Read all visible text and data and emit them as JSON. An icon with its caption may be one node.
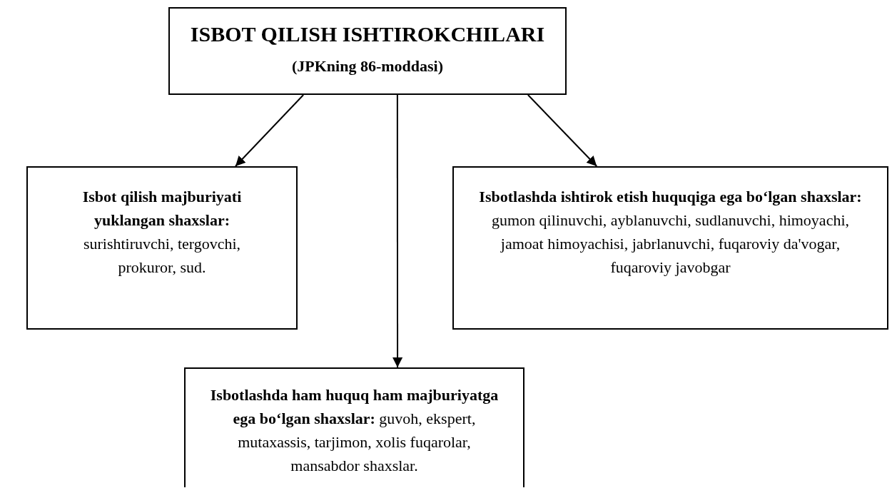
{
  "diagram": {
    "nodes": [
      {
        "text": [
          "ISBOT QILISH ISHTIROKCHILARI",
          "(JPKning 86-moddasi)"
        ]
      },
      {
        "text": [
          "**Isbot qilish majburiyati yuklangan shaxslar:** surishtiruvchi, tergovchi, prokuror, sud."
        ]
      },
      {
        "text": [
          "**Isbotlashda ishtirok etish huquqiga ega bo‘lgan shaxslar:** gumon qilinuvchi, ayblanuvchi, sudlanuvchi, himoyachi, jamoat himoyachisi, jabrlanuvchi, fuqaroviy da'vogar, fuqaroviy javobgar"
        ]
      },
      {
        "text": [
          "**Isbotlashda ham huquq ham majburiyatga ega bo‘lgan shaxslar:** guvoh, ekspert, mutaxassis, tarjimon, xolis fuqarolar, mansabdor shaxslar."
        ]
      }
    ],
    "edges": [
      {
        "from": 0,
        "to": 1,
        "arrow": "to"
      },
      {
        "from": 0,
        "to": 2,
        "arrow": "to"
      },
      {
        "from": 0,
        "to": 3,
        "arrow": "to"
      }
    ]
  }
}
